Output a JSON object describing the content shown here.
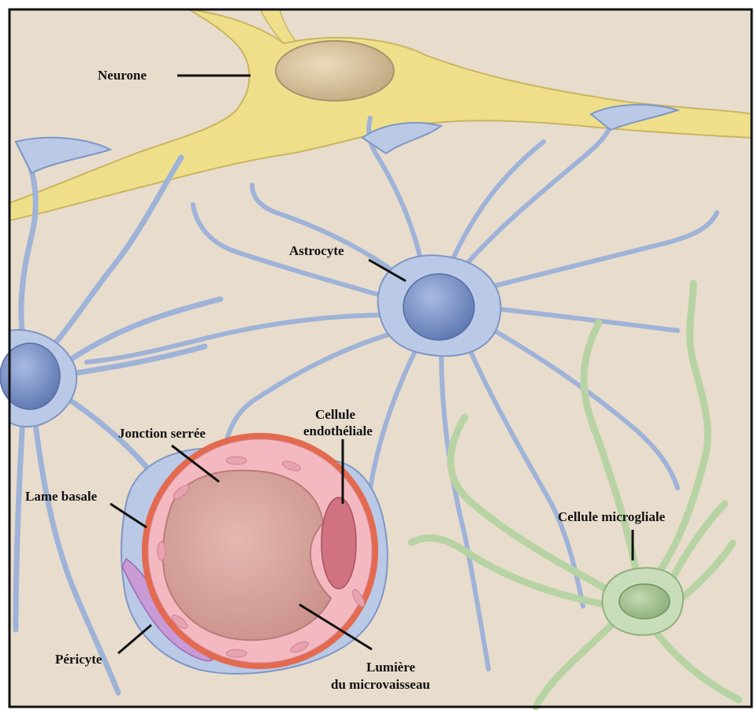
{
  "colors": {
    "background": "#e8dccd",
    "neuron": "#f0df8a",
    "neuron_nucleus": "#d9c7a2",
    "astrocyte": "#b9c9e6",
    "astrocyte_edge": "#7f97c4",
    "astrocyte_nucleus": "#7d94c6",
    "microglia": "#c8deba",
    "microglia_edge": "#8fb07c",
    "basal_lamina": "#e36a4f",
    "vessel_wall": "#f4b8c1",
    "lumen": "#d8a6a0",
    "endothelial_nucleus": "#d0727f",
    "pericyte": "#c89ad6"
  },
  "labels": {
    "neurone": "Neurone",
    "astrocyte": "Astrocyte",
    "cellule_endotheliale_1": "Cellule",
    "cellule_endotheliale_2": "endothéliale",
    "jonction_serree": "Jonction serrée",
    "lame_basale": "Lame basale",
    "cellule_microgliale": "Cellule microgliale",
    "pericyte": "Péricyte",
    "lumiere_1": "Lumière",
    "lumiere_2": "du microvaisseau"
  }
}
